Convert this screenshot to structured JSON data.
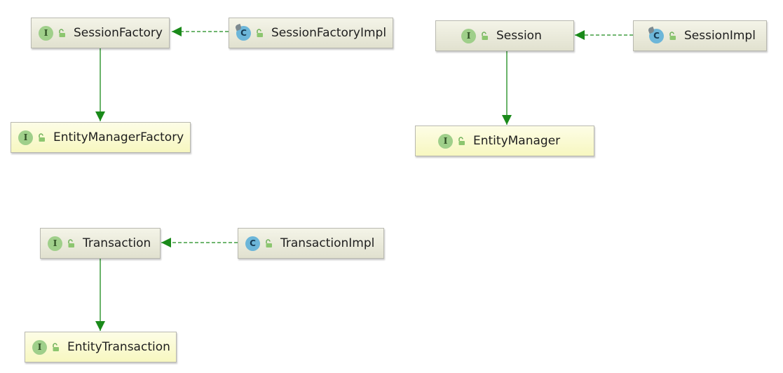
{
  "nodes": {
    "session_factory": {
      "name": "SessionFactory",
      "kind": "I"
    },
    "session_factory_impl": {
      "name": "SessionFactoryImpl",
      "kind": "C"
    },
    "entity_manager_factory": {
      "name": "EntityManagerFactory",
      "kind": "I"
    },
    "session": {
      "name": "Session",
      "kind": "I"
    },
    "session_impl": {
      "name": "SessionImpl",
      "kind": "C"
    },
    "entity_manager": {
      "name": "EntityManager",
      "kind": "I"
    },
    "transaction": {
      "name": "Transaction",
      "kind": "I"
    },
    "transaction_impl": {
      "name": "TransactionImpl",
      "kind": "C"
    },
    "entity_transaction": {
      "name": "EntityTransaction",
      "kind": "I"
    }
  },
  "edges": [
    {
      "from": "SessionFactoryImpl",
      "to": "SessionFactory",
      "relation": "implements"
    },
    {
      "from": "SessionFactory",
      "to": "EntityManagerFactory",
      "relation": "extends"
    },
    {
      "from": "SessionImpl",
      "to": "Session",
      "relation": "implements"
    },
    {
      "from": "Session",
      "to": "EntityManager",
      "relation": "extends"
    },
    {
      "from": "TransactionImpl",
      "to": "Transaction",
      "relation": "implements"
    },
    {
      "from": "Transaction",
      "to": "EntityTransaction",
      "relation": "extends"
    }
  ],
  "colors": {
    "edge": "#1a8a1a",
    "interface_badge": "#9fcf8a",
    "class_badge": "#6cb6d9",
    "node_gray": "#ebebdc",
    "node_highlight": "#fafad2"
  },
  "icons": {
    "interface": "interface-icon",
    "class": "class-icon",
    "access": "unlocked-icon"
  }
}
